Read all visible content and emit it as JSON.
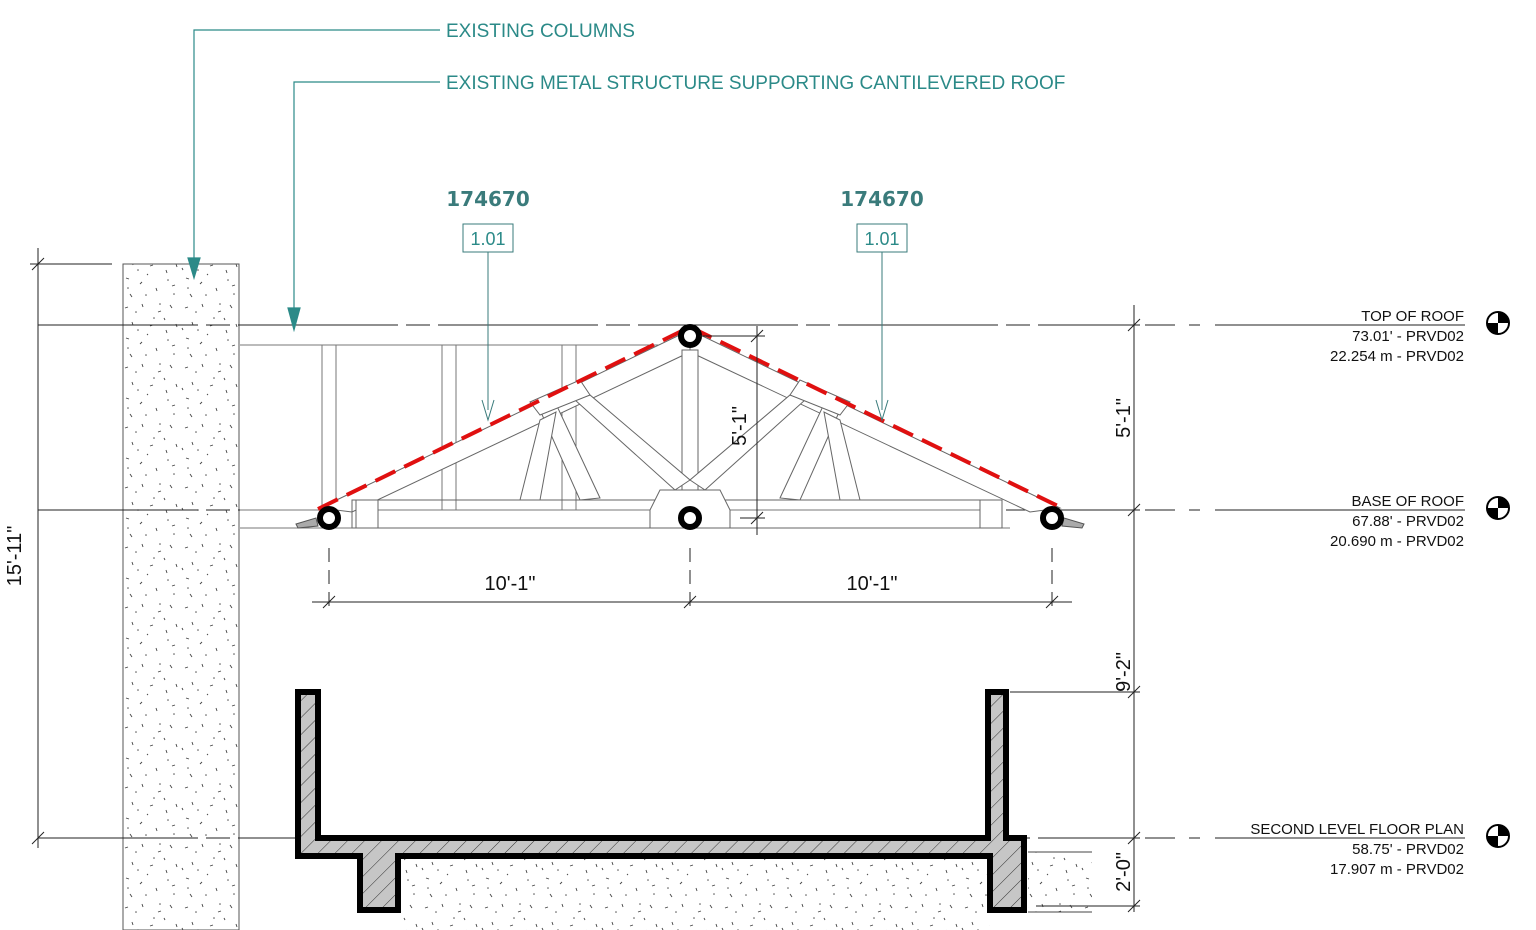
{
  "callouts": {
    "existing_columns": "EXISTING COLUMNS",
    "existing_metal_structure": "EXISTING METAL STRUCTURE SUPPORTING CANTILEVERED ROOF"
  },
  "tags": [
    {
      "id": "174670",
      "ref": "1.01"
    },
    {
      "id": "174670",
      "ref": "1.01"
    }
  ],
  "dimensions": {
    "total_height": "15'-11\"",
    "truss_height_inner": "5'-1\"",
    "truss_height_outer": "5'-1\"",
    "span_left": "10'-1\"",
    "span_right": "10'-1\"",
    "wall_height": "9'-2\"",
    "slab_depth": "2'-0\""
  },
  "levels": [
    {
      "name": "TOP OF ROOF",
      "imperial": "73.01' -  PRVD02",
      "metric": "22.254 m -  PRVD02"
    },
    {
      "name": "BASE OF ROOF",
      "imperial": "67.88' -  PRVD02",
      "metric": "20.690 m -  PRVD02"
    },
    {
      "name": "SECOND LEVEL FLOOR PLAN",
      "imperial": "58.75' -  PRVD02",
      "metric": "17.907 m -  PRVD02"
    }
  ],
  "colors": {
    "callout": "#2b8a88",
    "tag": "#3a7b7b",
    "roof_line": "#e01010",
    "wall_fill": "#c4c4c4"
  }
}
